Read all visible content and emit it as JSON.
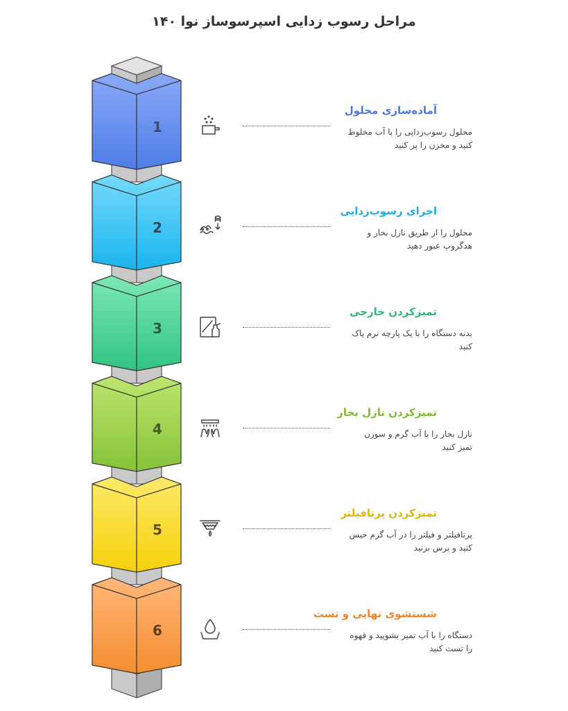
{
  "title": "مراحل رسوب زدایی اسپرسوساز نوا ۱۴۰",
  "steps": [
    {
      "number": "1",
      "title": "آماده‌سازی محلول",
      "description": "محلول رسوب‌زدایی را با آب مخلوط کنید و مخزن را پر کنید",
      "color": "#5b8def",
      "icon": "measuring-cup-icon"
    },
    {
      "number": "2",
      "title": "اجرای رسوب‌زدایی",
      "description": "محلول را از طریق نازل بخار و هدگروپ عبور دهید",
      "color": "#27b8ec",
      "icon": "descaling-flow-icon"
    },
    {
      "number": "3",
      "title": "تمیزکردن خارجی",
      "description": "بدنه دستگاه را با یک پارچه نرم پاک کنید",
      "color": "#38c48a",
      "icon": "spray-cleaning-icon"
    },
    {
      "number": "4",
      "title": "تمیزکردن نازل بخار",
      "description": "نازل بخار را با آب گرم و سوزن تمیز کنید",
      "color": "#8fc43a",
      "icon": "hand-washing-icon"
    },
    {
      "number": "5",
      "title": "تمیزکردن پرتافیلتر",
      "description": "پرتافیلتر و فیلتر را در آب گرم خیس کنید و برس بزنید",
      "color": "#e0c21a",
      "icon": "filter-soak-icon"
    },
    {
      "number": "6",
      "title": "شستشوی نهایی و تست",
      "description": "دستگاه را با آب تمیز بشویید و قهوه را تست کنید",
      "color": "#f08a35",
      "icon": "water-drop-icon"
    }
  ]
}
